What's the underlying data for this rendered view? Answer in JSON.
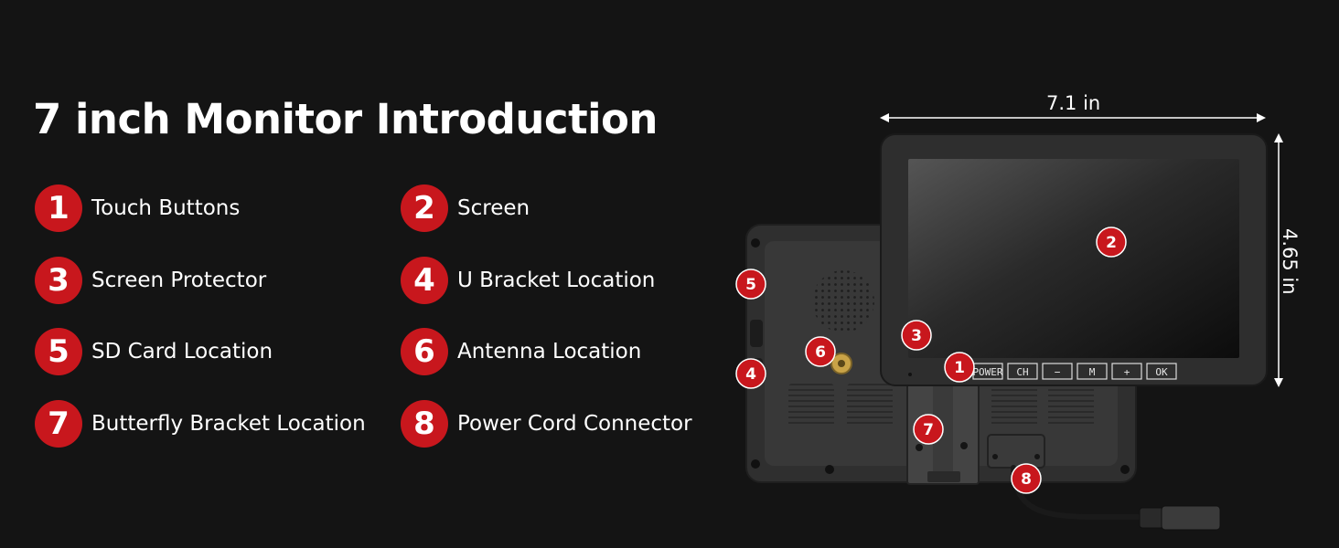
{
  "page": {
    "title": "7 inch Monitor Introduction"
  },
  "features": [
    {
      "number": "1",
      "label": "Touch Buttons"
    },
    {
      "number": "2",
      "label": "Screen"
    },
    {
      "number": "3",
      "label": "Screen Protector"
    },
    {
      "number": "4",
      "label": "U Bracket Location"
    },
    {
      "number": "5",
      "label": "SD Card Location"
    },
    {
      "number": "6",
      "label": "Antenna Location"
    },
    {
      "number": "7",
      "label": "Butterfly Bracket Location"
    },
    {
      "number": "8",
      "label": "Power Cord Connector"
    }
  ],
  "dimensions": {
    "width": "7.1 in",
    "height": "4.65 in"
  },
  "monitor_buttons": [
    "POWER",
    "CH",
    "−",
    "M",
    "+",
    "OK"
  ],
  "callouts": [
    "1",
    "2",
    "3",
    "4",
    "5",
    "6",
    "7",
    "8"
  ],
  "colors": {
    "background": "#141414",
    "badge": "#c8171d",
    "text": "#ffffff"
  }
}
